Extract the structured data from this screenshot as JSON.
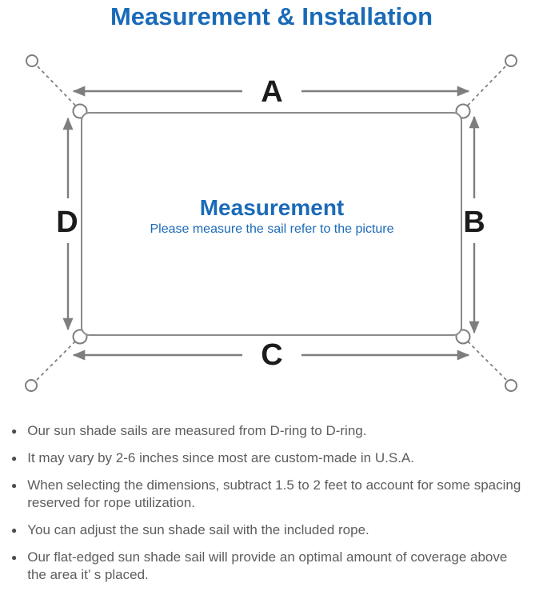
{
  "page": {
    "title": "Measurement & Installation"
  },
  "diagram": {
    "dim_labels": {
      "top": "A",
      "right": "B",
      "bottom": "C",
      "left": "D"
    },
    "center": {
      "title": "Measurement",
      "subtitle": "Please measure the sail refer to the picture"
    },
    "colors": {
      "accent_blue": "#1a6ab8",
      "line_gray": "#7e7e7e",
      "label_black": "#1c1c1c"
    }
  },
  "notes": {
    "items": [
      "Our sun shade sails are measured from D-ring to D-ring.",
      "It may vary by 2-6 inches since most are custom-made in U.S.A.",
      "When selecting the dimensions, subtract 1.5 to 2 feet to account for some spacing\nreserved for rope utilization.",
      "You can adjust the sun shade sail with the included rope.",
      "Our flat-edged sun shade sail will provide an optimal amount of coverage above\nthe area it’ s placed."
    ]
  }
}
